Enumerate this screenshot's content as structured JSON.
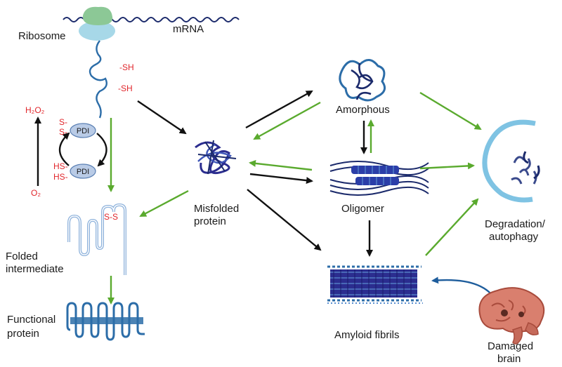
{
  "labels": {
    "ribosome": "Ribosome",
    "mrna": "mRNA",
    "sh1": "-SH",
    "sh2": "-SH",
    "h2o2": "H₂O₂",
    "o2": "O₂",
    "s_top1": "S-",
    "s_top2": "S-",
    "hs1": "HS-",
    "hs2": "HS-",
    "pdi_top": "PDI",
    "pdi_bottom": "PDI",
    "ss_bond": "S-S",
    "folded_line1": "Folded",
    "folded_line2": "intermediate",
    "functional_line1": "Functional",
    "functional_line2": "protein",
    "misfolded_line1": "Misfolded",
    "misfolded_line2": "protein",
    "amorphous": "Amorphous",
    "oligomer": "Oligomer",
    "amyloid": "Amyloid fibrils",
    "degradation_line1": "Degradation/",
    "degradation_line2": "autophagy",
    "damaged_line1": "Damaged",
    "damaged_line2": "brain"
  },
  "colors": {
    "black_arrow": "#111111",
    "green_arrow": "#5aaa2e",
    "blue_arrow": "#1e5d9c",
    "redox_text": "#e0262b",
    "protein_blue": "#2c6da8",
    "fibril_blue": "#2b2d8f",
    "pdi_fill": "#b9cbe6"
  }
}
